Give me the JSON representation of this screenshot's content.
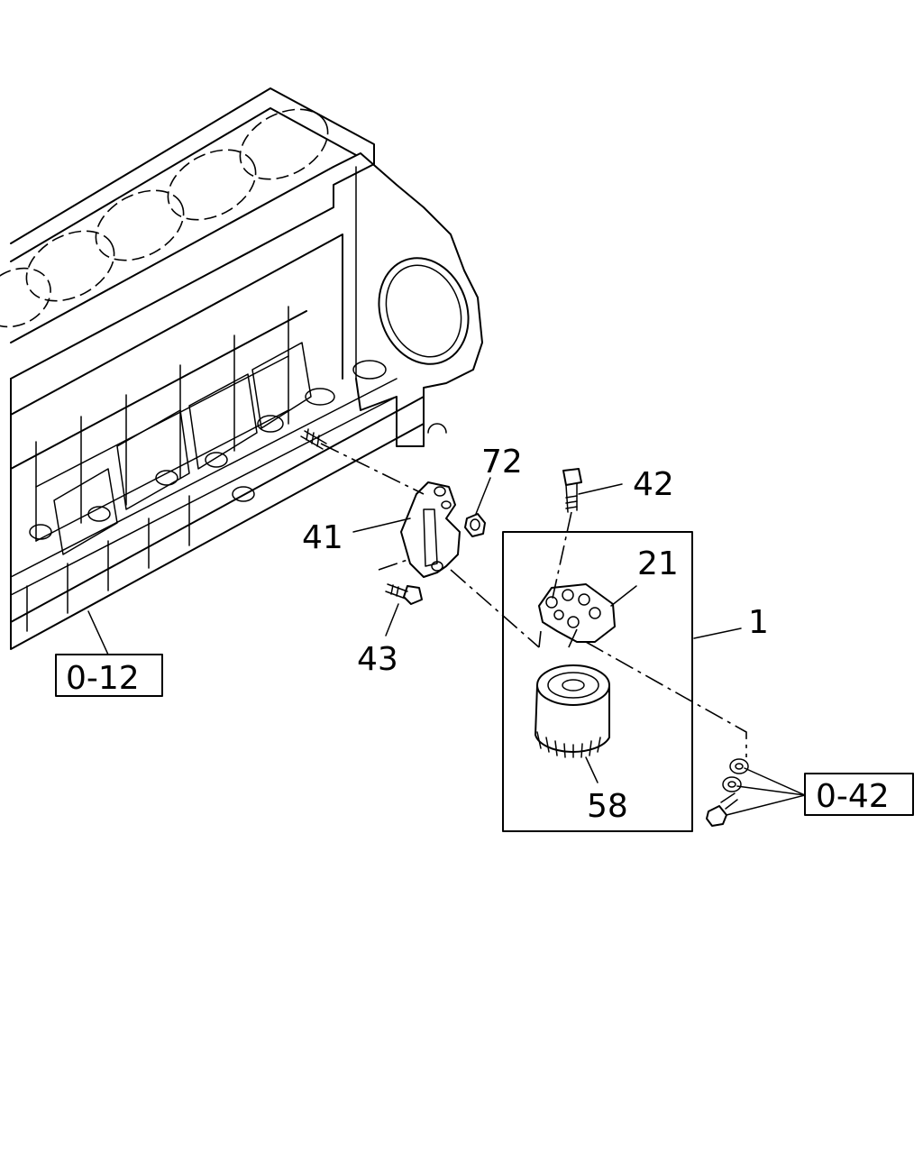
{
  "diagram": {
    "callouts": {
      "c72": "72",
      "c42": "42",
      "c41": "41",
      "c21": "21",
      "c1": "1",
      "c43": "43",
      "c58": "58"
    },
    "references": {
      "ref_left": "0-12",
      "ref_right": "0-42"
    }
  }
}
